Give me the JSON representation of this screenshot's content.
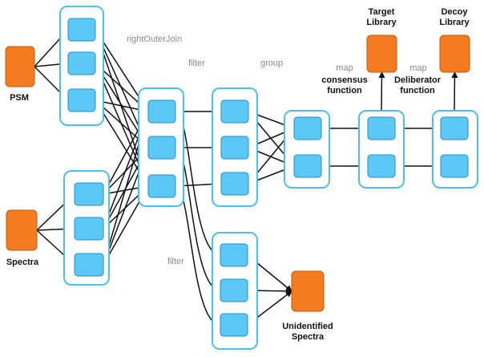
{
  "colors": {
    "source_fill": "#f47b20",
    "source_stroke": "#c85a0a",
    "partition_fill": "#5cc8f5",
    "partition_stroke": "#1f8fc8",
    "stage_stroke": "#4ec0e6",
    "edge": "#111111",
    "operation_label": "#8a8a8a"
  },
  "sources": {
    "psm": "PSM",
    "spectra": "Spectra"
  },
  "sinks": {
    "target_library": [
      "Target",
      "Library"
    ],
    "decoy_library": [
      "Decoy",
      "Library"
    ],
    "unidentified_spectra": [
      "Unidentified",
      "Spectra"
    ]
  },
  "operations": {
    "right_outer_join": "rightOuterJoin",
    "filter_top": "filter",
    "filter_bottom": "filter",
    "group": "group",
    "map_consensus_op": "map",
    "map_consensus_fn": [
      "consensus",
      "function"
    ],
    "map_deliberator_op": "map",
    "map_deliberator_fn": [
      "Deliberator",
      "function"
    ]
  }
}
